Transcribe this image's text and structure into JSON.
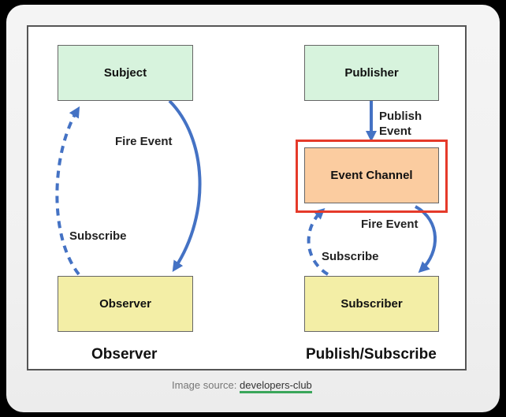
{
  "observer_diagram": {
    "title": "Observer",
    "subject_box": "Subject",
    "observer_box": "Observer",
    "fire_event_label": "Fire Event",
    "subscribe_label": "Subscribe"
  },
  "pubsub_diagram": {
    "title": "Publish/Subscribe",
    "publisher_box": "Publisher",
    "event_channel_box": "Event Channel",
    "subscriber_box": "Subscriber",
    "publish_event_label_line1": "Publish",
    "publish_event_label_line2": "Event",
    "fire_event_label": "Fire Event",
    "subscribe_label": "Subscribe"
  },
  "caption": {
    "prefix": "Image source: ",
    "source": "developers-club"
  },
  "colors": {
    "arrow": "#4472c4",
    "highlight": "#e53a2a",
    "green_box": "#d7f3dd",
    "yellow_box": "#f3eea6",
    "orange_box": "#fbcca0"
  }
}
